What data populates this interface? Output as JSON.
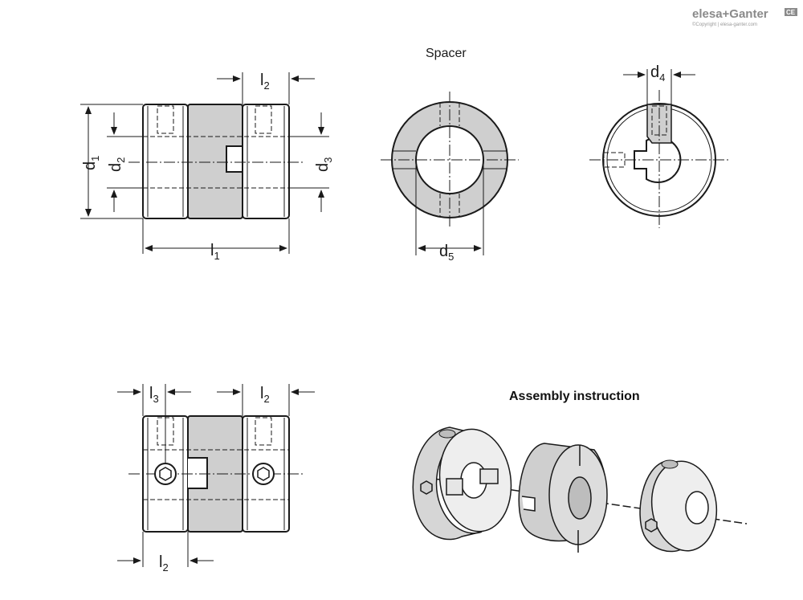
{
  "logo": {
    "brand": "elesa+Ganter",
    "copyright": "©Copyright | elesa-ganter.com",
    "mark": "CE"
  },
  "views": {
    "spacer_title": "Spacer",
    "assembly_title": "Assembly instruction"
  },
  "dims": {
    "d1": {
      "base": "d",
      "sub": "1"
    },
    "d2": {
      "base": "d",
      "sub": "2"
    },
    "d3": {
      "base": "d",
      "sub": "3"
    },
    "d4": {
      "base": "d",
      "sub": "4"
    },
    "d5": {
      "base": "d",
      "sub": "5"
    },
    "l1": {
      "base": "l",
      "sub": "1"
    },
    "l2_top": {
      "base": "l",
      "sub": "2"
    },
    "l2_bottom_right": {
      "base": "l",
      "sub": "2"
    },
    "l2_bottom": {
      "base": "l",
      "sub": "2"
    },
    "l3": {
      "base": "l",
      "sub": "3"
    }
  }
}
